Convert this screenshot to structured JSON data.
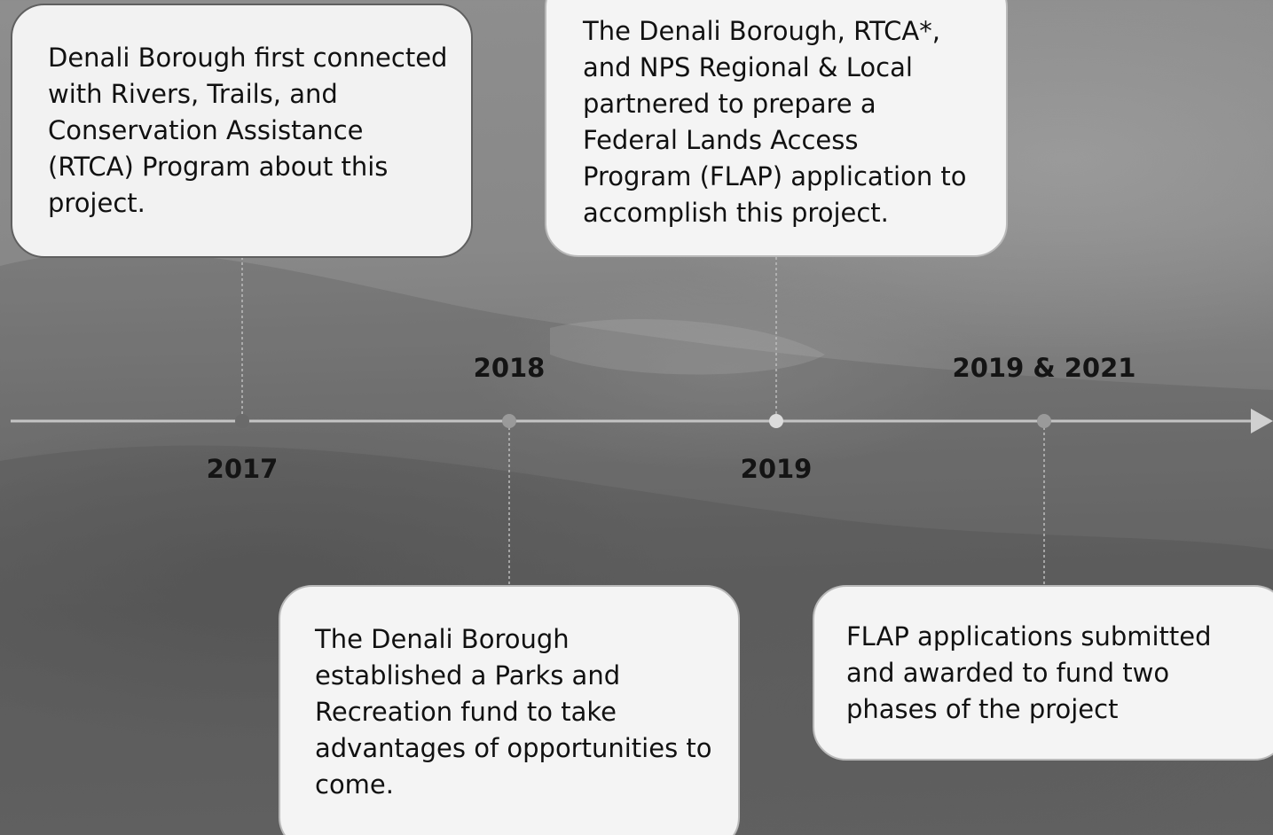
{
  "milestones": [
    {
      "year": "2017",
      "text": "Denali Borough first connected with Rivers, Trails, and Conservation Assistance (RTCA) Program about this project."
    },
    {
      "year": "2018",
      "text": "The Denali Borough established a Parks and Recreation fund to take advantages of opportunities to come."
    },
    {
      "year": "2019",
      "text": "The Denali Borough, RTCA*, and NPS Regional & Local partnered to prepare a Federal Lands Access Program (FLAP) application to accomplish this project."
    },
    {
      "year": "2019 & 2021",
      "text": "FLAP applications submitted and awarded to fund two phases of the project"
    }
  ],
  "colors": {
    "axis": "#c4c4c4",
    "dot_dark": "#6a6a6a",
    "dot_light": "#dcdcdc",
    "connector": "#bdbdbd"
  }
}
